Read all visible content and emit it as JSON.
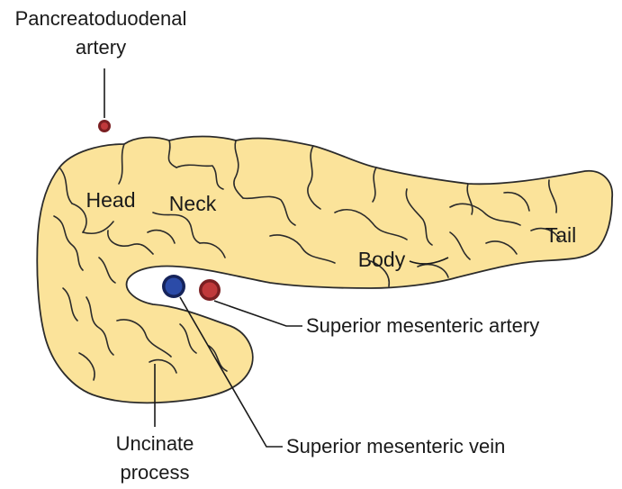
{
  "labels": {
    "pancreatoduodenal_line1": "Pancreatoduodenal",
    "pancreatoduodenal_line2": "artery",
    "head": "Head",
    "neck": "Neck",
    "body": "Body",
    "tail": "Tail",
    "superior_mesenteric_artery": "Superior mesenteric artery",
    "superior_mesenteric_vein": "Superior mesenteric vein",
    "uncinate_line1": "Uncinate",
    "uncinate_line2": "process"
  },
  "colors": {
    "pancreas_fill": "#FBE39A",
    "outline": "#2b2b2b",
    "artery": "#C0393B",
    "artery_rim": "#7A1F22",
    "vein": "#2B4BA8",
    "vein_rim": "#15235A"
  }
}
